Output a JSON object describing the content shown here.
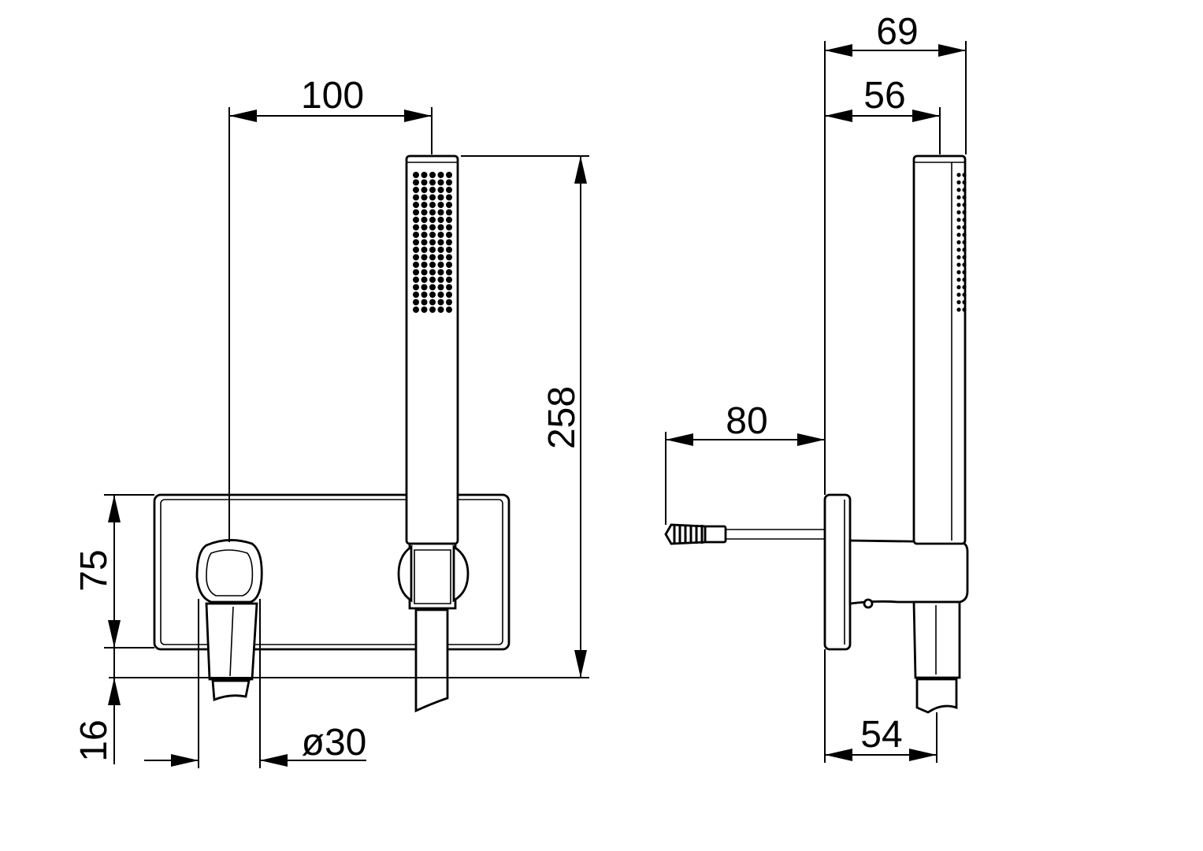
{
  "drawing": {
    "line_color": "#000000",
    "background": "#ffffff",
    "front_view": {
      "dimensions": {
        "width_top": "100",
        "total_height": "258",
        "plate_height": "75",
        "bottom_offset": "16",
        "diameter": "ø30"
      }
    },
    "side_view": {
      "dimensions": {
        "depth_overall": "69",
        "depth_handshower": "56",
        "wall_anchor": "80",
        "depth_bottom": "54"
      }
    }
  }
}
